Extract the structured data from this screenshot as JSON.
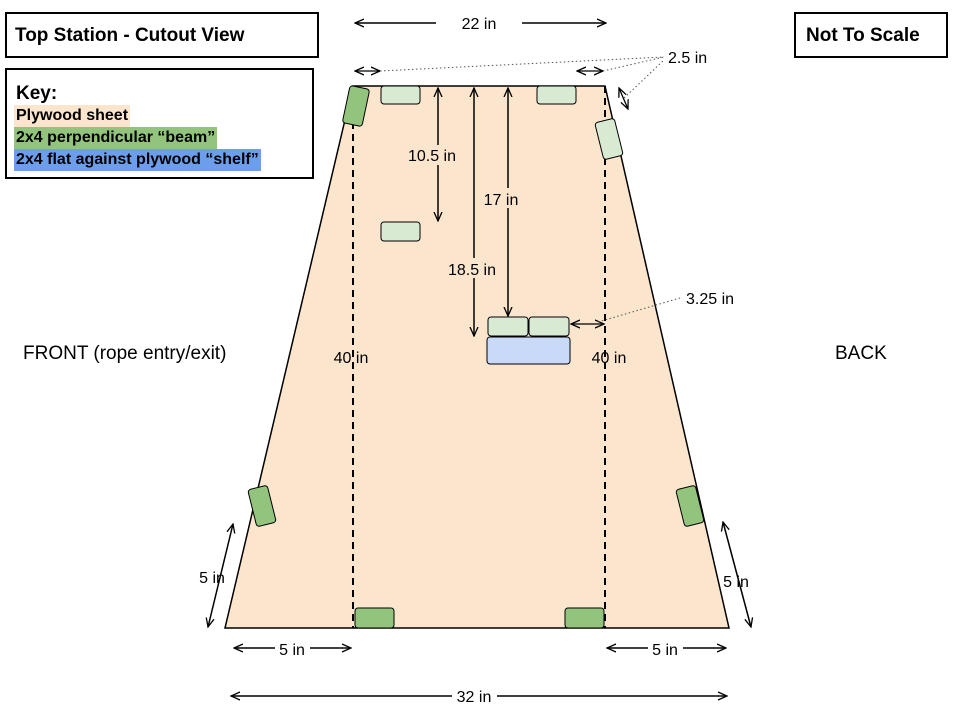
{
  "title": "Top Station - Cutout View",
  "scale_note": "Not To Scale",
  "key": {
    "heading": "Key:",
    "items": [
      {
        "label": "Plywood sheet",
        "color": "#fce5cd"
      },
      {
        "label": "2x4 perpendicular “beam”",
        "color": "#93c47d"
      },
      {
        "label": "2x4 flat against plywood “shelf”",
        "color": "#6d9eeb"
      }
    ]
  },
  "colors": {
    "plywood": "#fce5cd",
    "beam": "#93c47d",
    "beam_light": "#d9ead3",
    "shelf": "#c9daf8",
    "outline": "#000000"
  },
  "labels": {
    "front": "FRONT (rope entry/exit)",
    "back": "BACK"
  },
  "dimensions": {
    "top_width": "22 in",
    "corner_offset": "2.5 in",
    "beam_depth": "10.5 in",
    "shelf_depth": "17 in",
    "shelf_front": "18.5 in",
    "shelf_gap": "3.25 in",
    "left_length": "40 in",
    "right_length": "40 in",
    "left_slant": "5 in",
    "right_slant": "5 in",
    "bottom_left": "5 in",
    "bottom_right": "5 in",
    "bottom_width": "32 in"
  }
}
